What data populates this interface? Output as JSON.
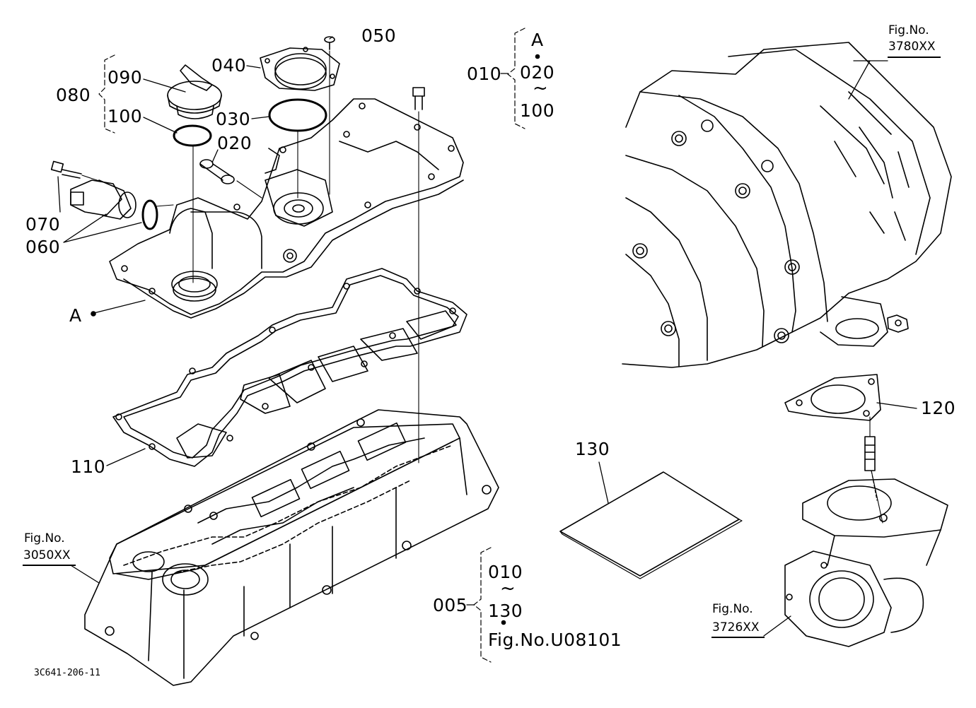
{
  "drawing_id": "3C641-206-11",
  "parts": {
    "p005": "005",
    "p010": "010",
    "p020": "020",
    "p030": "030",
    "p040": "040",
    "p050": "050",
    "p060": "060",
    "p070": "070",
    "p080": "080",
    "p090": "090",
    "p100": "100",
    "p110": "110",
    "p120": "120",
    "p130": "130"
  },
  "callout_A": "A",
  "group_010": {
    "label": "010",
    "ref": "A",
    "range_from": "020",
    "range_to": "100"
  },
  "group_005": {
    "label": "005",
    "range_from": "010",
    "range_to": "130",
    "fig_ref": "Fig.No.U08101"
  },
  "fig_refs": {
    "top_right": {
      "title": "Fig.No.",
      "number": "3780XX"
    },
    "left": {
      "title": "Fig.No.",
      "number": "3050XX"
    },
    "bottom_right": {
      "title": "Fig.No.",
      "number": "3726XX"
    }
  }
}
